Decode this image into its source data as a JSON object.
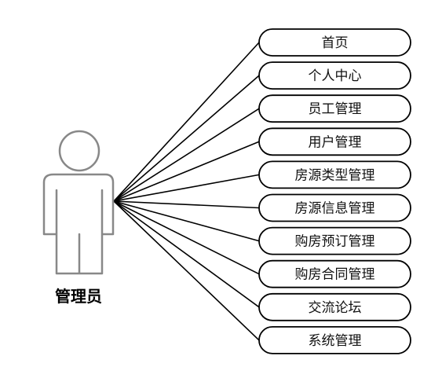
{
  "actor": {
    "name": "管理员"
  },
  "use_cases": [
    {
      "label": "首页"
    },
    {
      "label": "个人中心"
    },
    {
      "label": "员工管理"
    },
    {
      "label": "用户管理"
    },
    {
      "label": "房源类型管理"
    },
    {
      "label": "房源信息管理"
    },
    {
      "label": "购房预订管理"
    },
    {
      "label": "购房合同管理"
    },
    {
      "label": "交流论坛"
    },
    {
      "label": "系统管理"
    }
  ],
  "colors": {
    "actor_stroke": "#888888",
    "line": "#000000",
    "ellipse_stroke": "#000000",
    "background": "#ffffff"
  }
}
